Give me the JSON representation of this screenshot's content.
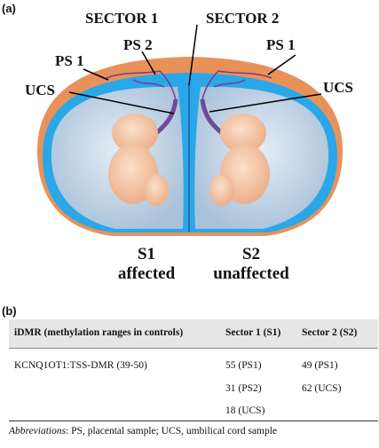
{
  "panel_a": {
    "label": "(a)",
    "labels": {
      "sector1": "SECTOR 1",
      "sector2": "SECTOR 2",
      "ps2": "PS 2",
      "ps1_left": "PS 1",
      "ps1_right": "PS 1",
      "ucs_left": "UCS",
      "ucs_right": "UCS"
    },
    "captions": {
      "s1_line1": "S1",
      "s1_line2": "affected",
      "s2_line1": "S2",
      "s2_line2": "unaffected"
    },
    "colors": {
      "placenta": "#e8925a",
      "sac": "#c9d9ea",
      "fluid": "#2aa7e8",
      "fetus": "#f4c9a8"
    }
  },
  "panel_b": {
    "label": "(b)",
    "headers": [
      "iDMR (methylation ranges in controls)",
      "Sector 1 (S1)",
      "Sector 2 (S2)"
    ],
    "row": {
      "region": "KCNQ1OT1:TSS-DMR (39-50)",
      "s1": [
        "55 (PS1)",
        "31 (PS2)",
        "18 (UCS)"
      ],
      "s2": [
        "49 (PS1)",
        "62 (UCS)"
      ]
    },
    "footnote_label": "Abbreviations",
    "footnote_text": ": PS, placental sample; UCS, umbilical cord sample"
  }
}
